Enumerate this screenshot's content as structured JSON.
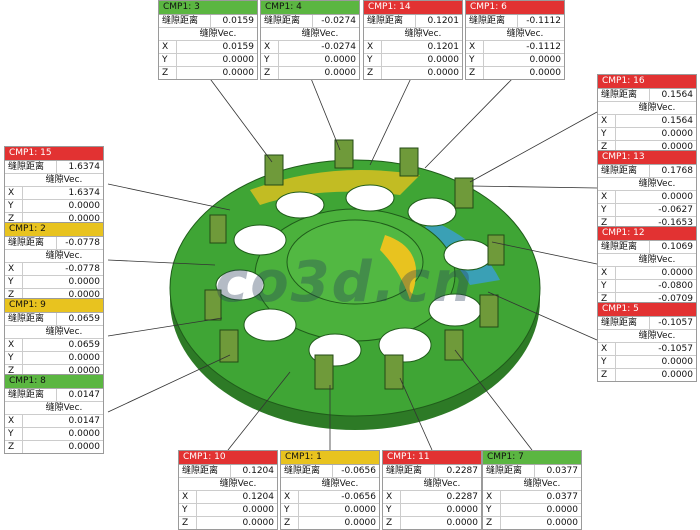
{
  "labels": {
    "distance": "缝隙距离",
    "vector": "缝隙Vec.",
    "x": "X",
    "y": "Y",
    "z": "Z"
  },
  "watermark": "co3d.cn",
  "colors": {
    "red": "#e23232",
    "green": "#5bb641",
    "yellow": "#e8c31f",
    "part": "#3fa535"
  },
  "callouts": [
    {
      "id": "CMP1: 3",
      "status": "green",
      "distance": "0.0159",
      "x": "0.0159",
      "y": "0.0000",
      "z": "0.0000"
    },
    {
      "id": "CMP1: 4",
      "status": "green",
      "distance": "-0.0274",
      "x": "-0.0274",
      "y": "0.0000",
      "z": "0.0000"
    },
    {
      "id": "CMP1: 14",
      "status": "red",
      "distance": "0.1201",
      "x": "0.1201",
      "y": "0.0000",
      "z": "0.0000"
    },
    {
      "id": "CMP1: 6",
      "status": "red",
      "distance": "-0.1112",
      "x": "-0.1112",
      "y": "0.0000",
      "z": "0.0000"
    },
    {
      "id": "CMP1: 16",
      "status": "red",
      "distance": "0.1564",
      "x": "0.1564",
      "y": "0.0000",
      "z": "0.0000"
    },
    {
      "id": "CMP1: 13",
      "status": "red",
      "distance": "0.1768",
      "x": "0.0000",
      "y": "-0.0627",
      "z": "-0.1653"
    },
    {
      "id": "CMP1: 12",
      "status": "red",
      "distance": "0.1069",
      "x": "0.0000",
      "y": "-0.0800",
      "z": "-0.0709"
    },
    {
      "id": "CMP1: 5",
      "status": "red",
      "distance": "-0.1057",
      "x": "-0.1057",
      "y": "0.0000",
      "z": "0.0000"
    },
    {
      "id": "CMP1: 15",
      "status": "red",
      "distance": "1.6374",
      "x": "1.6374",
      "y": "0.0000",
      "z": "0.0000"
    },
    {
      "id": "CMP1: 2",
      "status": "yellow",
      "distance": "-0.0778",
      "x": "-0.0778",
      "y": "0.0000",
      "z": "0.0000"
    },
    {
      "id": "CMP1: 9",
      "status": "yellow",
      "distance": "0.0659",
      "x": "0.0659",
      "y": "0.0000",
      "z": "0.0000"
    },
    {
      "id": "CMP1: 8",
      "status": "green",
      "distance": "0.0147",
      "x": "0.0147",
      "y": "0.0000",
      "z": "0.0000"
    },
    {
      "id": "CMP1: 10",
      "status": "red",
      "distance": "0.1204",
      "x": "0.1204",
      "y": "0.0000",
      "z": "0.0000"
    },
    {
      "id": "CMP1: 1",
      "status": "yellow",
      "distance": "-0.0656",
      "x": "-0.0656",
      "y": "0.0000",
      "z": "0.0000"
    },
    {
      "id": "CMP1: 11",
      "status": "red",
      "distance": "0.2287",
      "x": "0.2287",
      "y": "0.0000",
      "z": "0.0000"
    },
    {
      "id": "CMP1: 7",
      "status": "green",
      "distance": "0.0377",
      "x": "0.0377",
      "y": "0.0000",
      "z": "0.0000"
    }
  ]
}
